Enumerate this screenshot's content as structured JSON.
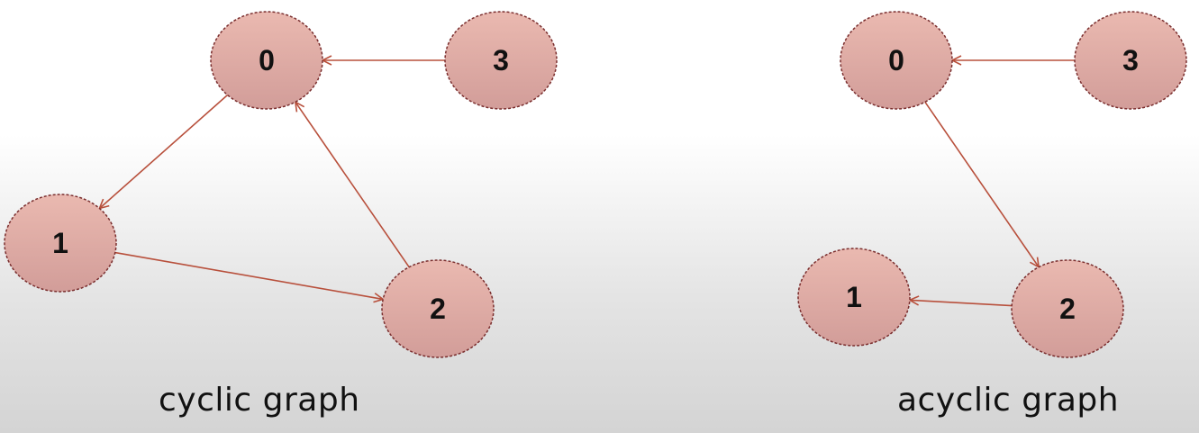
{
  "colors": {
    "node_fill_top": "#eab9b0",
    "node_fill_bottom": "#d29d99",
    "node_stroke": "#7a2e2e",
    "edge": "#b8503c"
  },
  "diagrams": [
    {
      "caption": "cyclic graph",
      "nodes": [
        {
          "id": "0",
          "label": "0"
        },
        {
          "id": "3",
          "label": "3"
        },
        {
          "id": "1",
          "label": "1"
        },
        {
          "id": "2",
          "label": "2"
        }
      ],
      "edges": [
        {
          "from": "3",
          "to": "0"
        },
        {
          "from": "0",
          "to": "1"
        },
        {
          "from": "1",
          "to": "2"
        },
        {
          "from": "2",
          "to": "0"
        }
      ]
    },
    {
      "caption": "acyclic graph",
      "nodes": [
        {
          "id": "0",
          "label": "0"
        },
        {
          "id": "3",
          "label": "3"
        },
        {
          "id": "1",
          "label": "1"
        },
        {
          "id": "2",
          "label": "2"
        }
      ],
      "edges": [
        {
          "from": "3",
          "to": "0"
        },
        {
          "from": "0",
          "to": "2"
        },
        {
          "from": "2",
          "to": "1"
        }
      ]
    }
  ]
}
